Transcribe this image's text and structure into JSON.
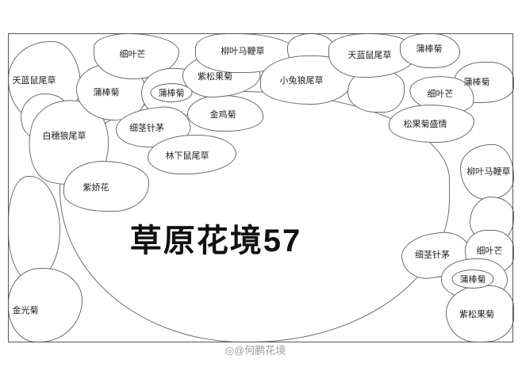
{
  "title": "草原花境57",
  "watermark": "◎@何鹏花境",
  "colors": {
    "outline": "#6b6b6b",
    "border": "#555555",
    "label_text": "#222222",
    "title_text": "#111111",
    "watermark_text": "#9a9a9a"
  },
  "labels": [
    "细叶芒",
    "柳叶马鞭草",
    "天蓝鼠尾草",
    "蒲棒菊",
    "天蓝鼠尾草",
    "蒲棒菊",
    "蒲棒菊",
    "紫松果菊",
    "小兔狼尾草",
    "蒲棒菊",
    "细叶芒",
    "金鸡菊",
    "松果菊盛情",
    "白穗狼尾草",
    "细茎针茅",
    "林下鼠尾草",
    "柳叶马鞭草",
    "紫娇花",
    "细茎针茅",
    "细叶芒",
    "蒲棒菊",
    "紫松果菊",
    "金光菊"
  ]
}
